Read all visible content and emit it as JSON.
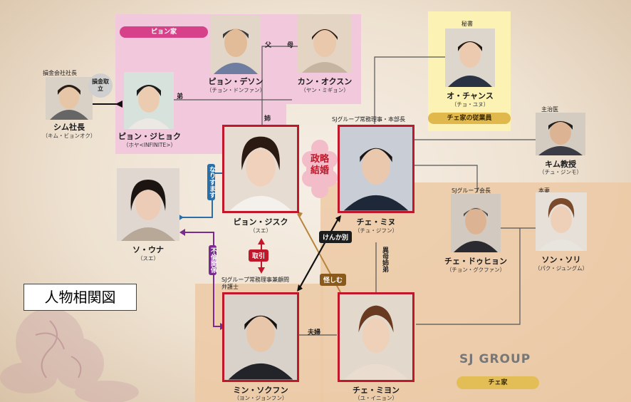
{
  "title": "人物相関図",
  "groups": {
    "pyeon_family": "ピョン家",
    "choi_staff": "チェ家の従業員",
    "choi_family": "チェ家",
    "sj_logo": "SJ GROUP"
  },
  "people": {
    "sim": {
      "name": "シム社長",
      "actor": "（キム・ビョンオク）",
      "role": "損金会社社長"
    },
    "jihyuk": {
      "name": "ピョン・ジヒョク",
      "actor": "（ホヤ<INFINITE>）"
    },
    "deson": {
      "name": "ピョン・デソン",
      "actor": "（チョン・ドンファン）"
    },
    "okson": {
      "name": "カン・オクスン",
      "actor": "（ヤン・ミギョン）"
    },
    "chans": {
      "name": "オ・チャンス",
      "actor": "（チョ・ユヌ）",
      "role": "秘書"
    },
    "kim": {
      "name": "キム教授",
      "actor": "（チュ・ジンモ）",
      "role": "主治医"
    },
    "jisuk": {
      "name": "ピョン・ジスク",
      "actor": "（スエ）"
    },
    "minu": {
      "name": "チェ・ミヌ",
      "actor": "（チュ・ジフン）",
      "role": "SJグループ常務理事・本部長"
    },
    "una": {
      "name": "ソ・ウナ",
      "actor": "（スエ）"
    },
    "dohyun": {
      "name": "チェ・ドゥヒョン",
      "actor": "（チョン・グクファン）",
      "role": "SJグループ会長"
    },
    "sori": {
      "name": "ソン・ソリ",
      "actor": "（パク・ジュングム）",
      "role": "本妻"
    },
    "sokhun": {
      "name": "ミン・ソクフン",
      "actor": "（ヨン・ジョンフン）",
      "role": "SJグループ常務理事兼顧問弁護士"
    },
    "miyon": {
      "name": "チェ・ミヨン",
      "actor": "（ユ・イニョン）"
    }
  },
  "relations": {
    "dokuritsu": "損金取立",
    "otouto": "弟",
    "chichi": "父",
    "haha": "母",
    "ane": "姉",
    "seiryaku": "政略結婚",
    "narisumasu": "なりすます",
    "furin": "不倫関係",
    "torihiki": "取引",
    "kenka": "けんか別",
    "ayashimu": "怪しむ",
    "fuufu": "夫婦",
    "ibo": "異母姉弟"
  }
}
